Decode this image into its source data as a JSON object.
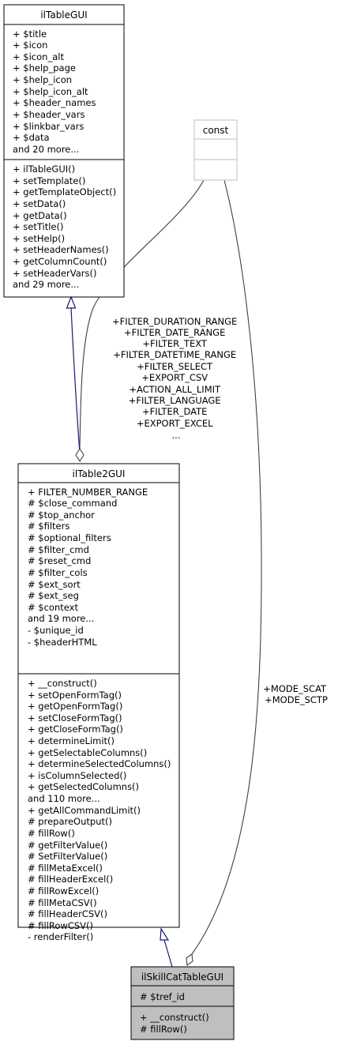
{
  "classes": {
    "iltablegui": {
      "name": "ilTableGUI",
      "attributes": [
        "+ $title",
        "+ $icon",
        "+ $icon_alt",
        "+ $help_page",
        "+ $help_icon",
        "+ $help_icon_alt",
        "+ $header_names",
        "+ $header_vars",
        "+ $linkbar_vars",
        "+ $data",
        "and 20 more..."
      ],
      "methods": [
        "+ ilTableGUI()",
        "+ setTemplate()",
        "+ getTemplateObject()",
        "+ setData()",
        "+ getData()",
        "+ setTitle()",
        "+ setHelp()",
        "+ setHeaderNames()",
        "+ getColumnCount()",
        "+ setHeaderVars()",
        "and 29 more..."
      ]
    },
    "const": {
      "name": "const",
      "attributes": [],
      "methods": []
    },
    "iltable2gui": {
      "name": "ilTable2GUI",
      "attributes": [
        "+ FILTER_NUMBER_RANGE",
        "# $close_command",
        "# $top_anchor",
        "# $filters",
        "# $optional_filters",
        "# $filter_cmd",
        "# $reset_cmd",
        "# $filter_cols",
        "# $ext_sort",
        "# $ext_seg",
        "# $context",
        "and 19 more...",
        "- $unique_id",
        "- $headerHTML"
      ],
      "methods": [
        "+ __construct()",
        "+ setOpenFormTag()",
        "+ getOpenFormTag()",
        "+ setCloseFormTag()",
        "+ getCloseFormTag()",
        "+ determineLimit()",
        "+ getSelectableColumns()",
        "+ determineSelectedColumns()",
        "+ isColumnSelected()",
        "+ getSelectedColumns()",
        "and 110 more...",
        "+ getAllCommandLimit()",
        "# prepareOutput()",
        "# fillRow()",
        "# getFilterValue()",
        "# SetFilterValue()",
        "# fillMetaExcel()",
        "# fillHeaderExcel()",
        "# fillRowExcel()",
        "# fillMetaCSV()",
        "# fillHeaderCSV()",
        "# fillRowCSV()",
        "- renderFilter()"
      ]
    },
    "ilskillcattablegui": {
      "name": "ilSkillCatTableGUI",
      "attributes": [
        "# $tref_id"
      ],
      "methods": [
        "+ __construct()",
        "# fillRow()"
      ]
    }
  },
  "edges": {
    "const_to_table2": [
      "+FILTER_DURATION_RANGE",
      "+FILTER_DATE_RANGE",
      "+FILTER_TEXT",
      "+FILTER_DATETIME_RANGE",
      "+FILTER_SELECT",
      "+EXPORT_CSV",
      "+ACTION_ALL_LIMIT",
      "+FILTER_LANGUAGE",
      "+FILTER_DATE",
      "+EXPORT_EXCEL",
      "..."
    ],
    "const_to_skillcat": [
      "+MODE_SCAT",
      "+MODE_SCTP"
    ]
  },
  "colors": {
    "inheritance_edge": "#191970",
    "usage_edge": "#404040",
    "focus_fill": "#bfbfbf",
    "const_border": "#bfbfbf"
  }
}
